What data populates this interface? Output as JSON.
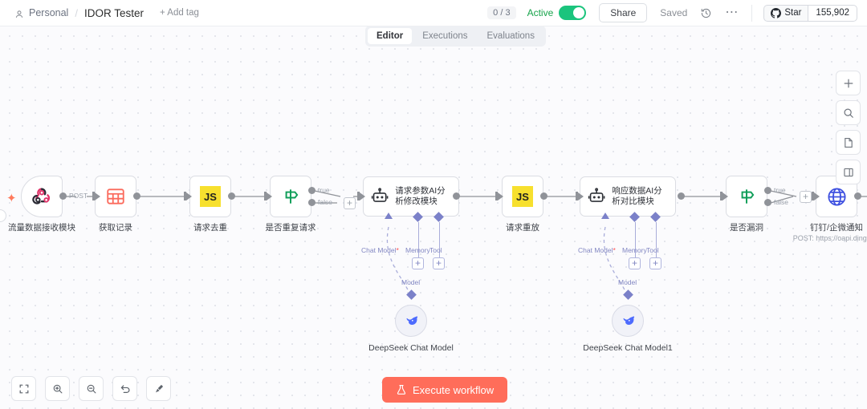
{
  "topbar": {
    "person_icon": "person-icon",
    "workspace": "Personal",
    "separator": "/",
    "workflow_name": "IDOR Tester",
    "add_tag": "+ Add tag",
    "counter": "0 / 3",
    "active_label": "Active",
    "share_label": "Share",
    "saved_label": "Saved",
    "history_icon": "history-icon",
    "more_icon": "more-options-icon",
    "github_star_label": "Star",
    "github_star_count": "155,902",
    "accent_green": "#1bc47d"
  },
  "tabs": [
    {
      "label": "Editor",
      "active": true
    },
    {
      "label": "Executions",
      "active": false
    },
    {
      "label": "Evaluations",
      "active": false
    }
  ],
  "canvas": {
    "nodes": [
      {
        "id": "webhook",
        "label": "流量数据接收模块",
        "icon": "webhook-icon",
        "type": "trigger"
      },
      {
        "id": "airtable",
        "label": "获取记录",
        "icon": "airtable-grid-icon",
        "type": "action"
      },
      {
        "id": "code1",
        "label": "请求去重",
        "icon": "javascript-icon",
        "type": "action"
      },
      {
        "id": "if1",
        "label": "是否重复请求",
        "icon": "switch-signpost-icon",
        "type": "if"
      },
      {
        "id": "agent1",
        "label": "请求参数AI分析修改模块",
        "icon": "ai-agent-robot-icon",
        "type": "agent"
      },
      {
        "id": "code2",
        "label": "请求重放",
        "icon": "javascript-icon",
        "type": "action"
      },
      {
        "id": "agent2",
        "label": "响应数据AI分析对比模块",
        "icon": "ai-agent-robot-icon",
        "type": "agent"
      },
      {
        "id": "if2",
        "label": "是否漏洞",
        "icon": "switch-signpost-icon",
        "type": "if"
      },
      {
        "id": "http",
        "label": "钉钉/企微通知",
        "sub": "POST: https://oapi.dingtalk.",
        "icon": "globe-http-icon",
        "type": "action"
      }
    ],
    "model_nodes": [
      {
        "id": "model1",
        "label": "DeepSeek Chat Model",
        "icon": "deepseek-whale-icon",
        "connector": "Model"
      },
      {
        "id": "model2",
        "label": "DeepSeek Chat Model1",
        "icon": "deepseek-whale-icon",
        "connector": "Model"
      }
    ],
    "edge_labels": {
      "post": "POST",
      "true": "true",
      "false": "false"
    },
    "agent_connectors": [
      {
        "label": "Chat Model",
        "required": "*"
      },
      {
        "label": "Memory",
        "required": ""
      },
      {
        "label": "Tool",
        "required": ""
      }
    ],
    "plus_label": "+"
  },
  "right_tools": [
    {
      "name": "add-node-button",
      "icon": "plus-icon"
    },
    {
      "name": "search-nodes-button",
      "icon": "search-icon"
    },
    {
      "name": "add-sticky-note-button",
      "icon": "note-icon"
    },
    {
      "name": "toggle-panel-button",
      "icon": "panel-icon"
    }
  ],
  "bottom_tools": [
    {
      "name": "fit-view-button",
      "icon": "fit-view-icon"
    },
    {
      "name": "zoom-in-button",
      "icon": "zoom-in-icon"
    },
    {
      "name": "zoom-out-button",
      "icon": "zoom-out-icon"
    },
    {
      "name": "reset-zoom-button",
      "icon": "undo-icon"
    },
    {
      "name": "tidy-up-button",
      "icon": "magic-wand-icon"
    }
  ],
  "execute": {
    "label": "Execute workflow",
    "icon": "flask-icon",
    "color": "#ff6d5a"
  }
}
